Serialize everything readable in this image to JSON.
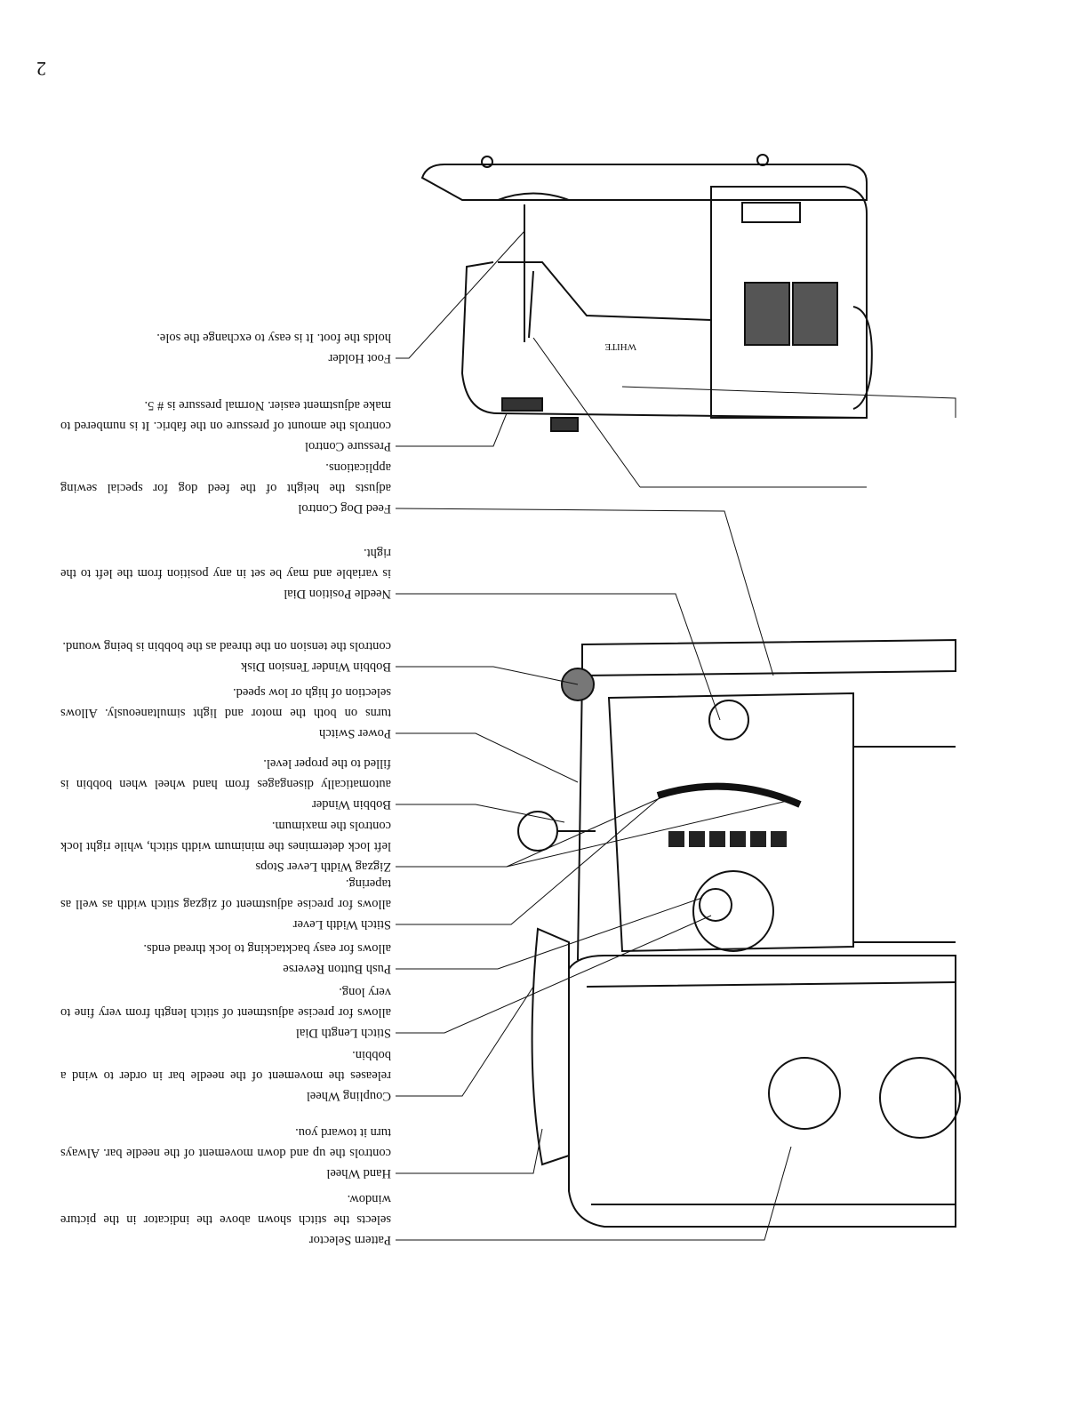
{
  "page_number": "2",
  "orientation": "upside-down scan",
  "brand_on_machine": "WHITE",
  "parts": [
    {
      "label": "Pattern Selector",
      "description": "selects the stitch shown above the indicator in the picture window."
    },
    {
      "label": "Hand Wheel",
      "description": "controls the up and down movement of the needle bar. Always turn it toward you."
    },
    {
      "label": "Coupling Wheel",
      "description": "releases the movement of the needle bar in order to wind a bobbin."
    },
    {
      "label": "Stitch Length Dial",
      "description": "allows for precise adjustment of stitch length from very fine to very long."
    },
    {
      "label": "Push Button Reverse",
      "description": "allows for easy backtacking to lock thread ends."
    },
    {
      "label": "Stitch Width Lever",
      "description": "allows for precise adjustment of zigzag stitch width as well as tapering."
    },
    {
      "label": "Zigzag Width Lever Stops",
      "description": "left lock determines the minimum width stitch, while right lock controls the maximum."
    },
    {
      "label": "Bobbin Winder",
      "description": "automatically disengages from hand wheel when bobbin is filled to the proper level."
    },
    {
      "label": "Power Switch",
      "description": "turns on both the motor and light simultaneously. Allows selection of high or low speed."
    },
    {
      "label": "Bobbin Winder Tension Disk",
      "description": "controls the tension on the thread as the bobbin is being wound."
    },
    {
      "label": "Needle Position Dial",
      "description": "is variable and may be set in any position from the left to the right."
    },
    {
      "label": "Feed Dog Control",
      "description": "adjusts the height of the feed dog for special sewing applications."
    },
    {
      "label": "Pressure Control",
      "description": "controls the amount of pressure on the fabric. It is numbered to make adjustment easier. Normal pressure is # 5."
    },
    {
      "label": "Foot Holder",
      "description": "holds the foot. It is easy to exchange the sole."
    }
  ]
}
